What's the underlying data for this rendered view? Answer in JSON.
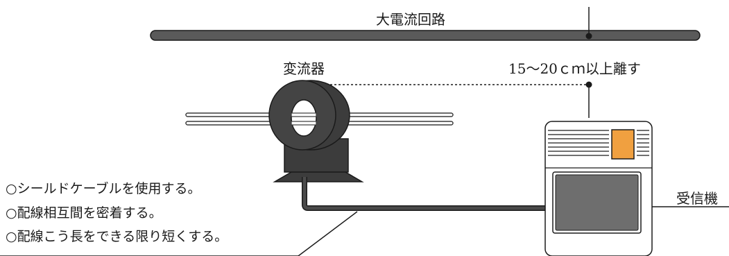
{
  "labels": {
    "circuit": "大電流回路",
    "ct": "変流器",
    "distance": "15〜20ｃｍ以上離す",
    "receiver": "受信機"
  },
  "notes": [
    "○シールドケーブルを使用する。",
    "○配線相互間を密着する。",
    "○配線こう長をできる限り短くする。"
  ],
  "colors": {
    "bus_bar": "#5a5a5a",
    "ct_body": "#3c3c3c",
    "cable": "#4a4a4a",
    "indicator": "#f0a040",
    "screen": "#6e6e6e",
    "receiver_body": "#ffffff"
  }
}
